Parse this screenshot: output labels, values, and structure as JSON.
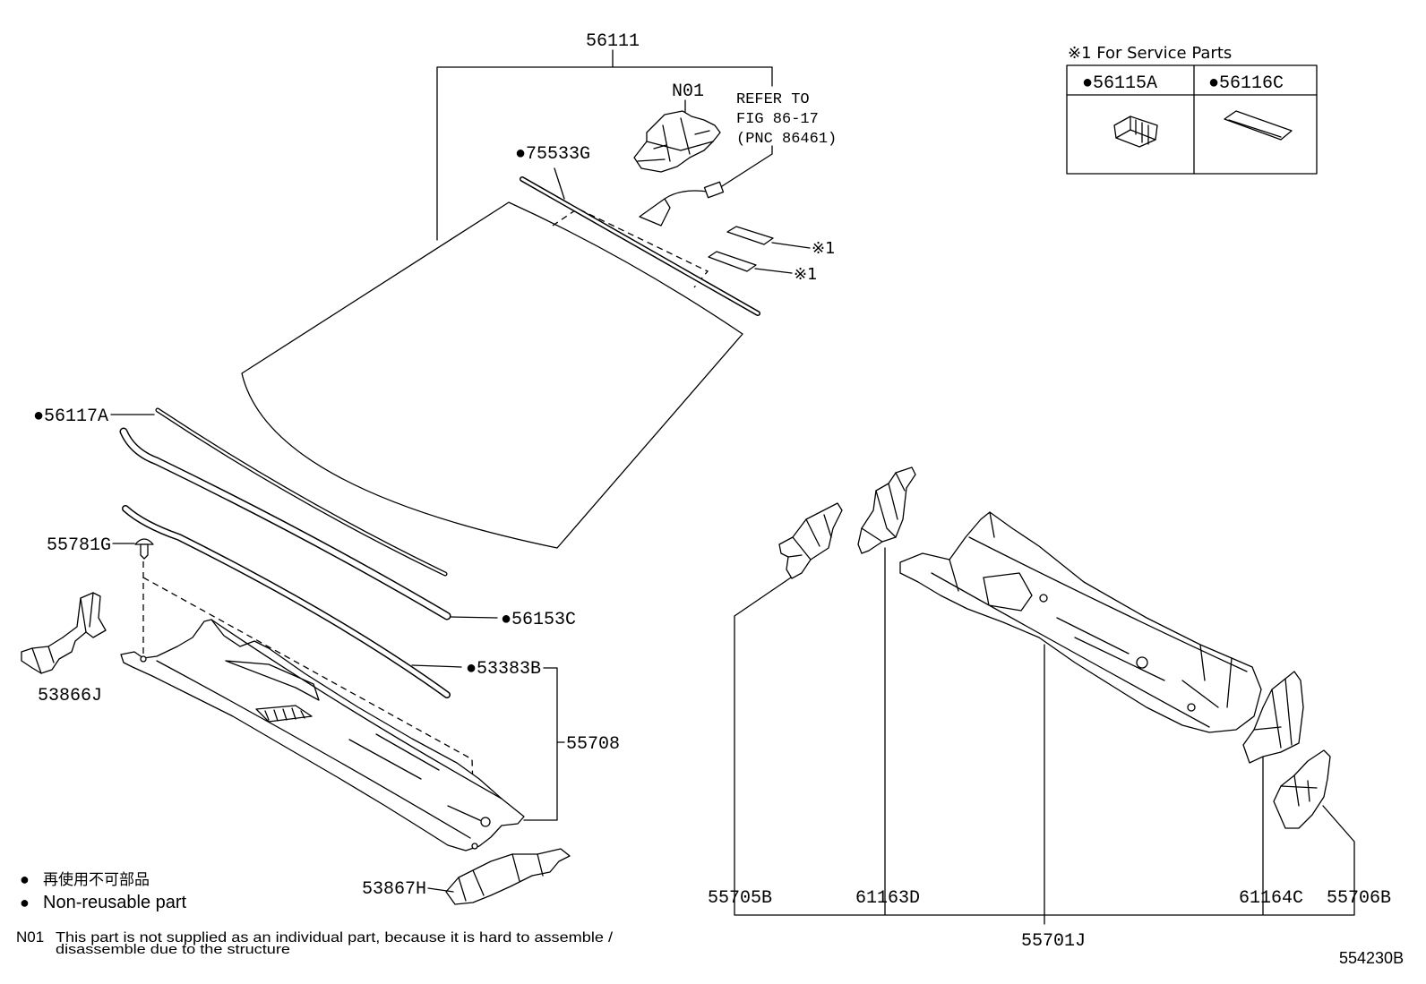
{
  "callouts": {
    "c56111": "56111",
    "n01": "N01",
    "refer": [
      "REFER TO",
      "FIG 86-17",
      "(PNC 86461)"
    ],
    "c75533g": "●75533G",
    "service_mark_a": "※1",
    "service_mark_b": "※1",
    "c56117a": "●56117A",
    "c55781g": "55781G",
    "c56153c": "●56153C",
    "c53383b": "●53383B",
    "c55708": "55708",
    "c53866j": "53866J",
    "c53867h": "53867H",
    "c55705b": "55705B",
    "c61163d": "61163D",
    "c55701j": "55701J",
    "c61164c": "61164C",
    "c55706b": "55706B"
  },
  "service_parts_box": {
    "title": "※1 For Service Parts",
    "items": [
      {
        "label": "●56115A"
      },
      {
        "label": "●56116C"
      }
    ]
  },
  "legend": {
    "items": [
      {
        "symbol": "●",
        "text": "再使用不可部品"
      },
      {
        "symbol": "●",
        "text": "Non-reusable part"
      }
    ]
  },
  "note": {
    "code": "N01",
    "lines": [
      "This part is not supplied as an individual part, because it is hard to assemble /",
      "disassemble due to the structure"
    ]
  },
  "figure_number": "554230B"
}
